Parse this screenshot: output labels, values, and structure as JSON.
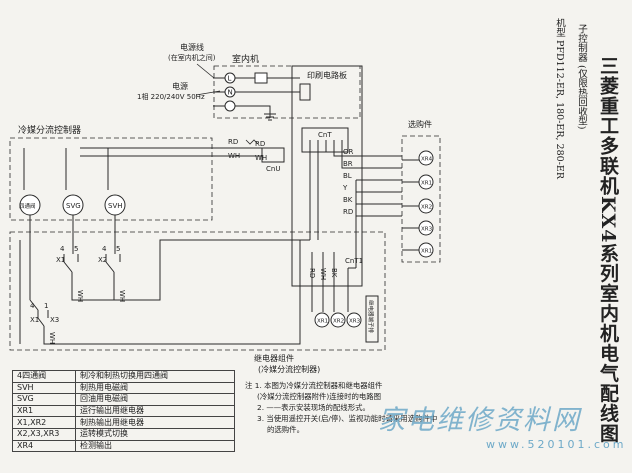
{
  "title": "三菱重工多联机KX4系列室内机电气配线图",
  "subtitle": "子控制器 (仅限热回收型)",
  "model": "机型 PFD112-ER, 180-ER, 280-ER",
  "labels": {
    "power_cable": "电源线",
    "power_cable_note": "(在室内机之间)",
    "power_supply": "电源",
    "power_spec": "1相 220/240V 50Hz",
    "indoor_unit": "室内机",
    "pcb": "印刷电路板",
    "refrigerant_controller": "冷媒分流控制器",
    "option_kit": "选购件",
    "relay_kit": "继电器组件",
    "relay_kit_note": "(冷媒分流控制器)",
    "cnt": "CnT",
    "cnt1": "CnT1",
    "cnu": "CnU",
    "rd": "RD",
    "wh": "WH",
    "or": "OR",
    "br": "BR",
    "bl": "BL",
    "y": "Y",
    "bk": "BK",
    "four_way": "四通阀",
    "svg": "SVG",
    "svh": "SVH",
    "x1": "X1",
    "x2": "X2",
    "x3": "X3",
    "xr1": "XR1",
    "xr2": "XR2",
    "xr3": "XR3",
    "xr4": "XR4",
    "terminal_l": "L",
    "terminal_n": "N",
    "contact_4": "4",
    "contact_5": "5",
    "contact_1": "1",
    "relay_terminal_block": "继电器端子排"
  },
  "legend": [
    {
      "code": "4四通阀",
      "desc": "制冷和制热切换用四通阀"
    },
    {
      "code": "SVH",
      "desc": "制热用电磁阀"
    },
    {
      "code": "SVG",
      "desc": "回油用电磁阀"
    },
    {
      "code": "XR1",
      "desc": "运行输出用继电器"
    },
    {
      "code": "X1,XR2",
      "desc": "制热输出用继电器"
    },
    {
      "code": "X2,X3,XR3",
      "desc": "运转模式切换"
    },
    {
      "code": "XR4",
      "desc": "检测输出"
    }
  ],
  "notes": [
    "注 1. 本图为冷媒分流控制器和继电器组件",
    "(冷媒分流控制器附件)连接时的电路图",
    "2. ——表示安装现场的配线形式。",
    "3. 当使用遥控开关(启/停)、监视功能时请采用选购件中",
    "的选购件。"
  ],
  "watermark": "家电维修资料网",
  "website": "www.520101.com"
}
